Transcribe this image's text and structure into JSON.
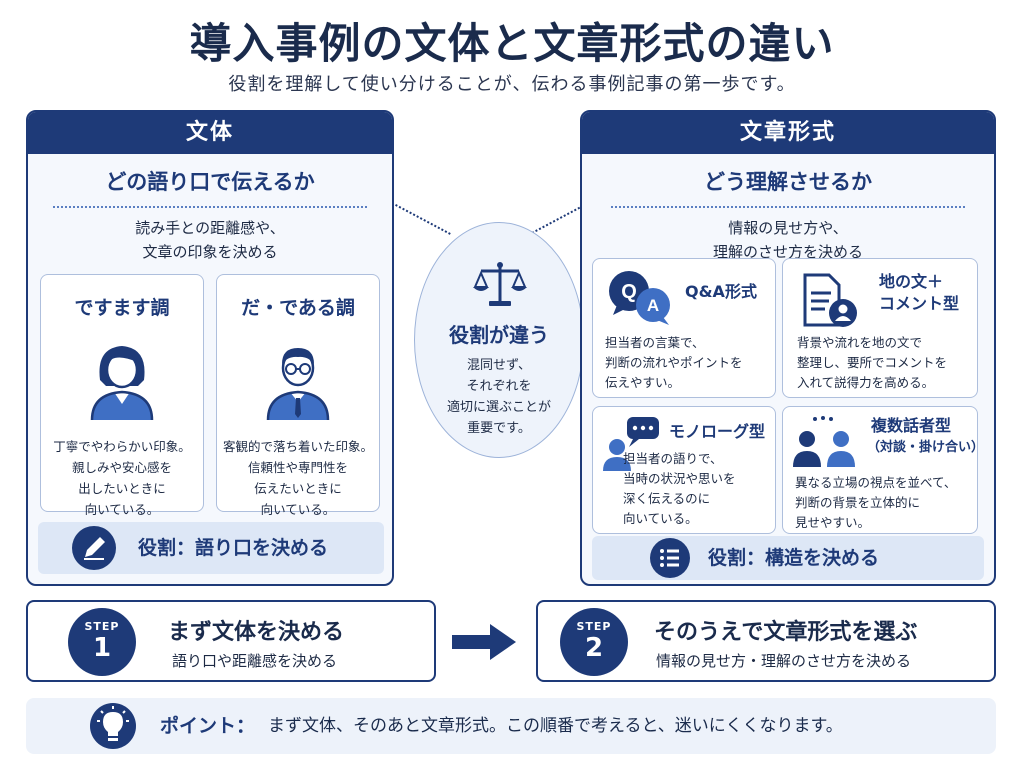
{
  "header": {
    "title": "導入事例の文体と文章形式の違い",
    "subtitle": "役割を理解して使い分けることが、伝わる事例記事の第一歩です。"
  },
  "left_panel": {
    "heading": "文体",
    "question": "どの語り口で伝えるか",
    "description": [
      "読み手との距離感や、",
      "文章の印象を決める"
    ],
    "cards": [
      {
        "title": "ですます調",
        "icon": "woman-avatar-icon",
        "lines": [
          "丁寧でやわらかい印象。",
          "親しみや安心感を",
          "出したいときに",
          "向いている。"
        ]
      },
      {
        "title": "だ・である調",
        "icon": "man-glasses-avatar-icon",
        "lines": [
          "客観的で落ち着いた印象。",
          "信頼性や専門性を",
          "伝えたいときに",
          "向いている。"
        ]
      }
    ],
    "role": "役割：語り口を決める",
    "role_icon": "pencil-icon"
  },
  "center": {
    "icon": "scales-icon",
    "title": "役割が違う",
    "lines": [
      "混同せず、",
      "それぞれを",
      "適切に選ぶことが",
      "重要です。"
    ]
  },
  "right_panel": {
    "heading": "文章形式",
    "question": "どう理解させるか",
    "description": [
      "情報の見せ方や、",
      "理解のさせ方を決める"
    ],
    "cards": [
      {
        "title": [
          "Q&A形式"
        ],
        "icon": "qa-bubbles-icon",
        "icon_labels": [
          "Q",
          "A"
        ],
        "lines": [
          "担当者の言葉で、",
          "判断の流れやポイントを",
          "伝えやすい。"
        ]
      },
      {
        "title": [
          "地の文＋",
          "コメント型"
        ],
        "icon": "document-user-icon",
        "lines": [
          "背景や流れを地の文で",
          "整理し、要所でコメントを",
          "入れて説得力を高める。"
        ]
      },
      {
        "title": [
          "モノローグ型"
        ],
        "icon": "monologue-speaker-icon",
        "lines": [
          "担当者の語りで、",
          "当時の状況や思いを",
          "深く伝えるのに",
          "向いている。"
        ]
      },
      {
        "title": [
          "複数話者型",
          "（対談・掛け合い）"
        ],
        "icon": "two-speakers-icon",
        "lines": [
          "異なる立場の視点を並べて、",
          "判断の背景を立体的に",
          "見せやすい。"
        ]
      }
    ],
    "role": "役割：構造を決める",
    "role_icon": "list-icon"
  },
  "steps": [
    {
      "label": "STEP",
      "number": "1",
      "title": "まず文体を決める",
      "sub": "語り口や距離感を決める"
    },
    {
      "label": "STEP",
      "number": "2",
      "title": "そのうえで文章形式を選ぶ",
      "sub": "情報の見せ方・理解のさせ方を決める"
    }
  ],
  "point": {
    "icon": "lightbulb-icon",
    "label": "ポイント：",
    "text": "まず文体、そのあと文章形式。この順番で考えると、迷いにくくなります。"
  },
  "colors": {
    "primary": "#1e3a78",
    "panel_bg": "#f5f8fd",
    "light_blue": "#dde7f6",
    "accent_blue": "#3f6fc4"
  }
}
